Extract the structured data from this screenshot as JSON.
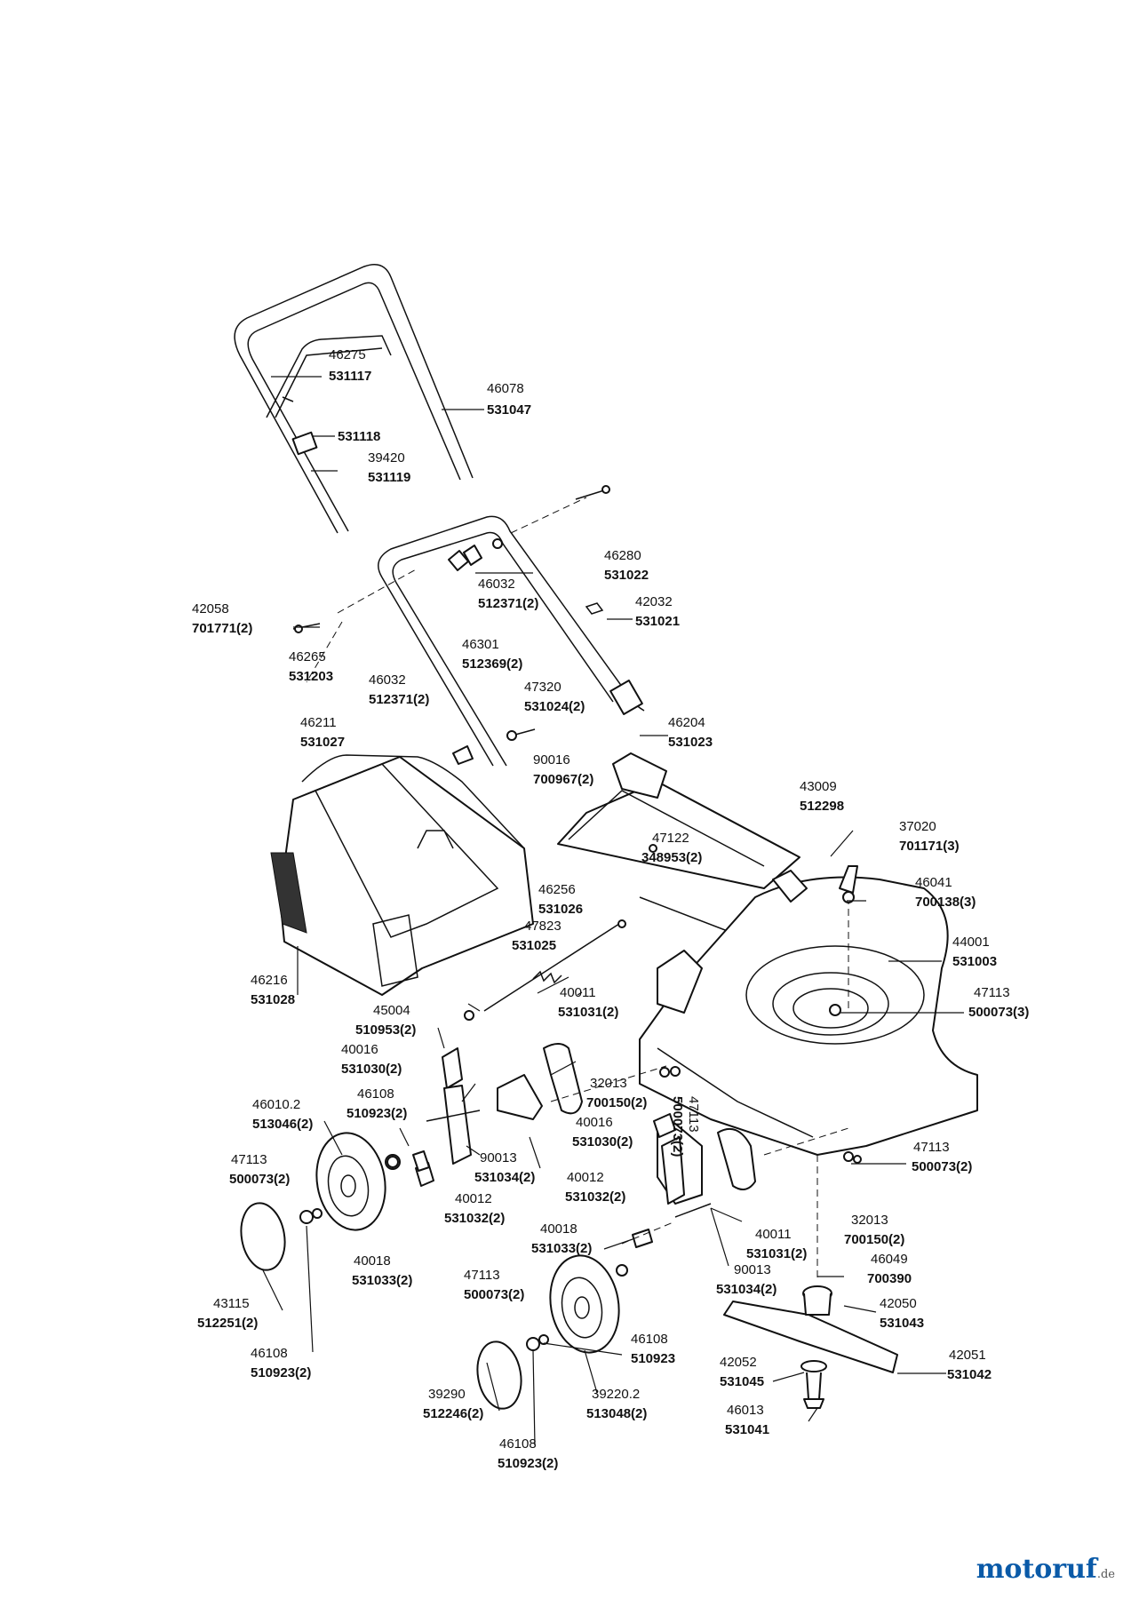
{
  "parts": [
    {
      "ref": "46275",
      "code": "531117"
    },
    {
      "ref": "46078",
      "code": "531047"
    },
    {
      "ref": "",
      "code": "531118"
    },
    {
      "ref": "39420",
      "code": "531119"
    },
    {
      "ref": "46280",
      "code": "531022"
    },
    {
      "ref": "46032",
      "code": "512371(2)"
    },
    {
      "ref": "42058",
      "code": "701771(2)"
    },
    {
      "ref": "42032",
      "code": "531021"
    },
    {
      "ref": "46265",
      "code": "531203"
    },
    {
      "ref": "46301",
      "code": "512369(2)"
    },
    {
      "ref": "46032",
      "code": "512371(2)"
    },
    {
      "ref": "47320",
      "code": "531024(2)"
    },
    {
      "ref": "46211",
      "code": "531027"
    },
    {
      "ref": "46204",
      "code": "531023"
    },
    {
      "ref": "90016",
      "code": "700967(2)"
    },
    {
      "ref": "43009",
      "code": "512298"
    },
    {
      "ref": "47122",
      "code": "348953(2)"
    },
    {
      "ref": "37020",
      "code": "701171(3)"
    },
    {
      "ref": "46041",
      "code": "700138(3)"
    },
    {
      "ref": "46256",
      "code": "531026"
    },
    {
      "ref": "47823",
      "code": "531025"
    },
    {
      "ref": "44001",
      "code": "531003"
    },
    {
      "ref": "46216",
      "code": "531028"
    },
    {
      "ref": "45004",
      "code": "510953(2)"
    },
    {
      "ref": "40011",
      "code": "531031(2)"
    },
    {
      "ref": "47113",
      "code": "500073(3)"
    },
    {
      "ref": "40016",
      "code": "531030(2)"
    },
    {
      "ref": "32013",
      "code": "700150(2)"
    },
    {
      "ref": "47113",
      "code": "500073(2)"
    },
    {
      "ref": "46010.2",
      "code": "513046(2)"
    },
    {
      "ref": "46108",
      "code": "510923(2)"
    },
    {
      "ref": "40016",
      "code": "531030(2)"
    },
    {
      "ref": "47113",
      "code": "500073(2)"
    },
    {
      "ref": "47113",
      "code": "500073(2)"
    },
    {
      "ref": "90013",
      "code": "531034(2)"
    },
    {
      "ref": "40012",
      "code": "531032(2)"
    },
    {
      "ref": "40012",
      "code": "531032(2)"
    },
    {
      "ref": "32013",
      "code": "700150(2)"
    },
    {
      "ref": "40018",
      "code": "531033(2)"
    },
    {
      "ref": "40011",
      "code": "531031(2)"
    },
    {
      "ref": "40018",
      "code": "531033(2)"
    },
    {
      "ref": "90013",
      "code": "531034(2)"
    },
    {
      "ref": "46049",
      "code": "700390"
    },
    {
      "ref": "47113",
      "code": "500073(2)"
    },
    {
      "ref": "42050",
      "code": "531043"
    },
    {
      "ref": "43115",
      "code": "512251(2)"
    },
    {
      "ref": "46108",
      "code": "510923"
    },
    {
      "ref": "42052",
      "code": "531045"
    },
    {
      "ref": "42051",
      "code": "531042"
    },
    {
      "ref": "46108",
      "code": "510923(2)"
    },
    {
      "ref": "39290",
      "code": "512246(2)"
    },
    {
      "ref": "39220.2",
      "code": "513048(2)"
    },
    {
      "ref": "46013",
      "code": "531041"
    },
    {
      "ref": "46108",
      "code": "510923(2)"
    }
  ],
  "watermark": {
    "main": "motoruf",
    "tld": ".de"
  }
}
